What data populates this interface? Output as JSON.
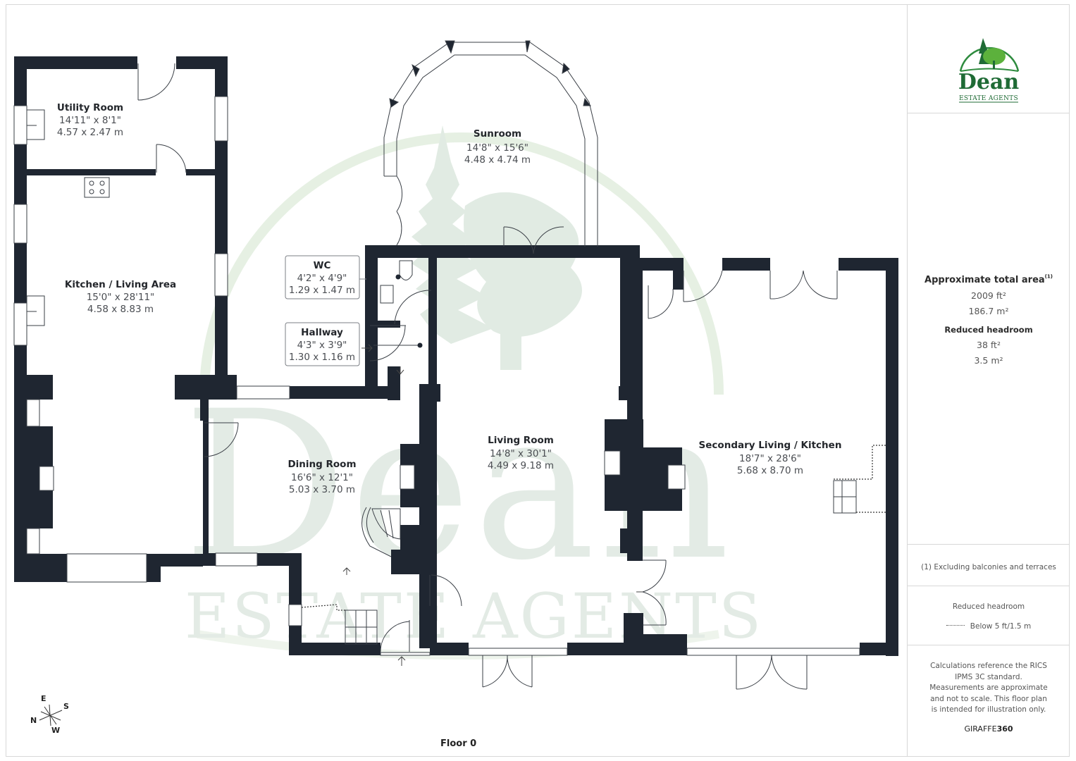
{
  "brand": {
    "name": "Dean",
    "subtitle": "ESTATE AGENTS",
    "primary_color": "#1f6b35",
    "light_color": "#5cb13c"
  },
  "floor_label": "Floor 0",
  "compass": {
    "n": "N",
    "e": "E",
    "s": "S",
    "w": "W"
  },
  "watermark": {
    "line1": "Dean",
    "line2": "ESTATE AGENTS"
  },
  "rooms": [
    {
      "name": "Utility Room",
      "imperial": "14'11\" x 8'1\"",
      "metric": "4.57 x 2.47 m"
    },
    {
      "name": "Kitchen / Living Area",
      "imperial": "15'0\" x 28'11\"",
      "metric": "4.58 x 8.83 m"
    },
    {
      "name": "Sunroom",
      "imperial": "14'8\" x 15'6\"",
      "metric": "4.48 x 4.74 m"
    },
    {
      "name": "WC",
      "imperial": "4'2\" x 4'9\"",
      "metric": "1.29 x 1.47 m"
    },
    {
      "name": "Hallway",
      "imperial": "4'3\" x 3'9\"",
      "metric": "1.30 x 1.16 m"
    },
    {
      "name": "Dining Room",
      "imperial": "16'6\" x 12'1\"",
      "metric": "5.03 x 3.70 m"
    },
    {
      "name": "Living Room",
      "imperial": "14'8\" x 30'1\"",
      "metric": "4.49 x 9.18 m"
    },
    {
      "name": "Secondary Living / Kitchen",
      "imperial": "18'7\" x 28'6\"",
      "metric": "5.68 x 8.70 m"
    }
  ],
  "sidebar": {
    "total_area_heading": "Approximate total area",
    "total_area_footnote": "(1)",
    "total_area_ft": "2009 ft²",
    "total_area_m": "186.7 m²",
    "reduced_heading": "Reduced headroom",
    "reduced_ft": "38 ft²",
    "reduced_m": "3.5 m²",
    "footnote": "(1) Excluding balconies and terraces",
    "legend_heading": "Reduced headroom",
    "legend_item": "Below 5 ft/1.5 m",
    "disclaimer": "Calculations reference the RICS IPMS 3C standard. Measurements are approximate and not to scale. This floor plan is intended for illustration only.",
    "credit_a": "GIRAFFE",
    "credit_b": "360"
  },
  "colors": {
    "wall": "#1f2631",
    "line": "#3a3f46",
    "watermark": "#e3ebe5",
    "divider": "#d8d8d8"
  }
}
